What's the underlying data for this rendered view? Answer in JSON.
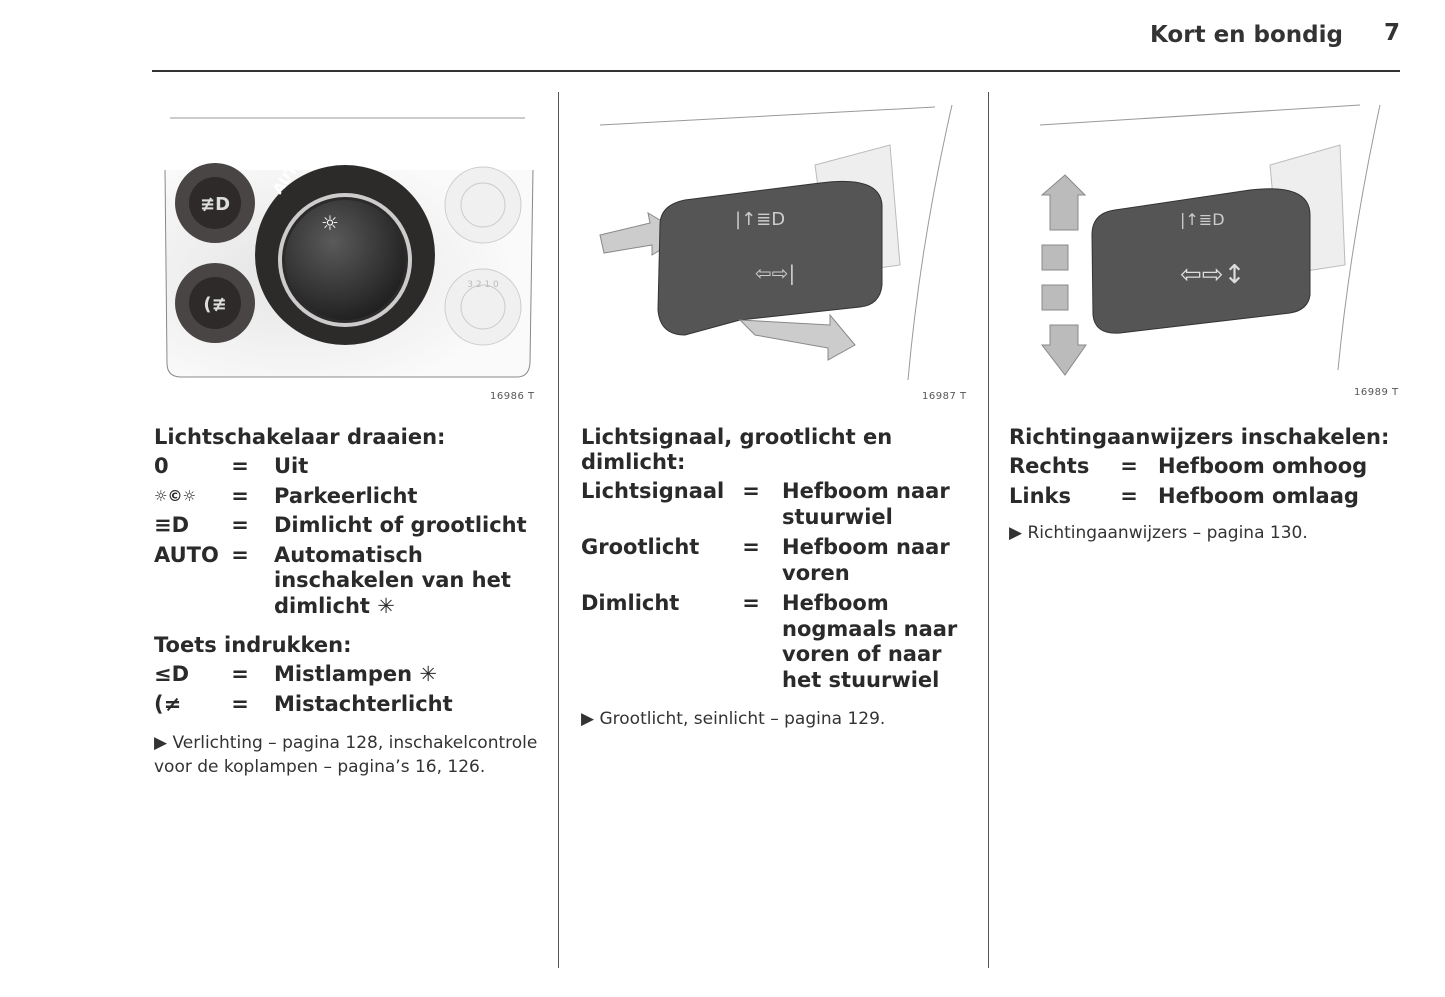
{
  "header": {
    "title": "Kort en bondig",
    "page_number": "7"
  },
  "columns": [
    {
      "figure_number": "16986 T",
      "heading": "Lichtschakelaar draaien:",
      "rows": [
        {
          "key": "0",
          "value": "Uit"
        },
        {
          "key": "☼©☼",
          "value": "Parkeerlicht"
        },
        {
          "key": "≡D",
          "value": "Dimlicht of grootlicht"
        },
        {
          "key": "AUTO",
          "value": "Automatisch inschakelen van het dimlicht ✳"
        }
      ],
      "heading2": "Toets indrukken:",
      "rows2": [
        {
          "key": "≤D",
          "value": "Mistlampen ✳"
        },
        {
          "key": "(≠",
          "value": "Mistachterlicht"
        }
      ],
      "reference": "▶ Verlichting – pagina 128, inschakelcontrole voor de koplampen – pagina’s 16, 126.",
      "dial_labels": {
        "auto": "AUTO",
        "off": "0",
        "levels": [
          "3",
          "2",
          "1",
          "0"
        ]
      }
    },
    {
      "figure_number": "16987 T",
      "heading": "Lichtsignaal, grootlicht en dimlicht:",
      "rows": [
        {
          "key": "Lichtsignaal",
          "value": "Hefboom naar stuurwiel"
        },
        {
          "key": "Grootlicht",
          "value": "Hefboom naar voren"
        },
        {
          "key": "Dimlicht",
          "value": "Hefboom nogmaals naar voren of naar het stuurwiel"
        }
      ],
      "reference": "▶ Grootlicht, seinlicht – pagina 129."
    },
    {
      "figure_number": "16989 T",
      "heading": "Richtingaanwijzers inschakelen:",
      "rows": [
        {
          "key": "Rechts",
          "value": "Hefboom omhoog"
        },
        {
          "key": "Links",
          "value": "Hefboom omlaag"
        }
      ],
      "reference": "▶ Richtingaanwijzers – pagina 130."
    }
  ],
  "equals": "="
}
